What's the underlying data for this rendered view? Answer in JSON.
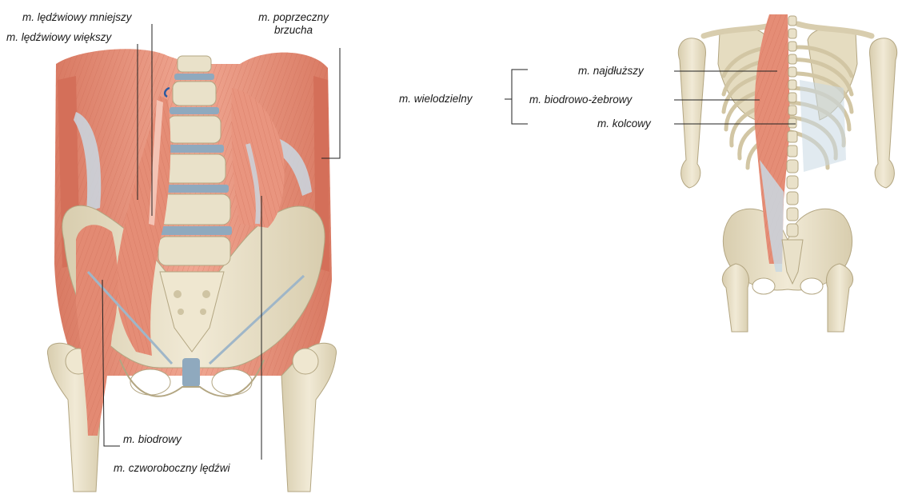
{
  "colors": {
    "bone": "#e9e1c9",
    "bone_shade": "#cfc4a3",
    "bone_dark": "#a89c78",
    "muscle": "#e7957f",
    "muscle_dark": "#cf6f59",
    "muscle_light": "#f2b7a5",
    "tendon": "#c9d8e3",
    "disc": "#8fa9be",
    "vessel": "#c0392b",
    "leader": "#222222"
  },
  "left_figure": {
    "labels": {
      "psoas_minor": "m. lędźwiowy mniejszy",
      "psoas_major": "m. lędźwiowy większy",
      "transversus_line1": "m. poprzeczny",
      "transversus_line2": "brzucha",
      "iliacus": "m. biodrowy",
      "quadratus": "m. czworoboczny lędźwi"
    }
  },
  "right_figure": {
    "labels": {
      "multifidus": "m. wielodzielny",
      "longissimus": "m. najdłuższy",
      "iliocostalis": "m. biodrowo-żebrowy",
      "spinalis": "m. kolcowy"
    }
  }
}
